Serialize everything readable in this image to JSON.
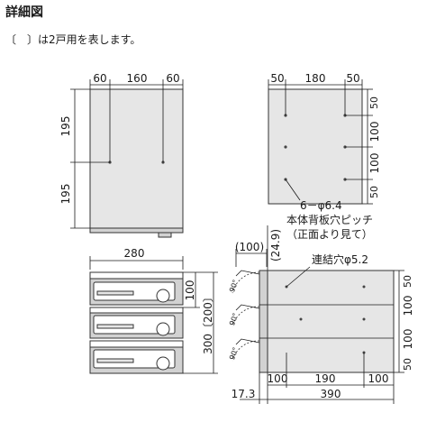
{
  "header": {
    "title": "詳細図",
    "note": "〔　〕は2戸用を表します。"
  },
  "front_view": {
    "dims_top": [
      "60",
      "160",
      "60"
    ],
    "dims_left": [
      "195",
      "195"
    ]
  },
  "back_view": {
    "dims_top": [
      "50",
      "180",
      "50"
    ],
    "dims_right": [
      "50",
      "100",
      "100",
      "50"
    ],
    "hole_label": "6－φ6.4",
    "caption_line1": "本体背板穴ピッチ",
    "caption_line2": "（正面より見て）"
  },
  "stack_view": {
    "width_label": "280",
    "dim_right_unit": "100",
    "dim_right_total": "300〔200〕"
  },
  "side_view": {
    "dim_100_paren": "(100)",
    "dim_24_9": "(24.9)",
    "connect_label": "連結穴φ5.2",
    "angle_label": "90°",
    "dims_right": [
      "50",
      "100",
      "100",
      "50"
    ],
    "dims_bottom": [
      "100",
      "190",
      "100"
    ],
    "dim_17_3": "17.3",
    "dim_390": "390"
  }
}
